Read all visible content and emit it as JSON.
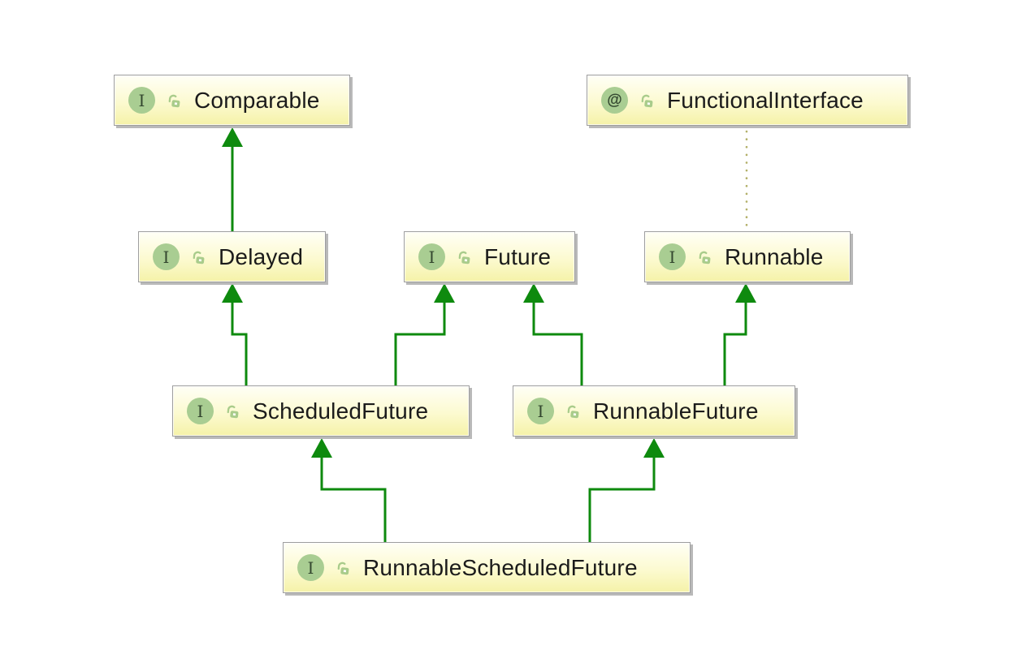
{
  "diagram": {
    "title": "Java interface hierarchy diagram",
    "colors": {
      "accent_green": "#0e8a0e",
      "dotted_edge": "#b3b069",
      "node_fill_top": "#fffff6",
      "node_fill_mid": "#fcfad0",
      "node_fill_bottom": "#f5f2a8",
      "node_border": "#9e9e9e",
      "node_shadow": "#b9b9b9",
      "icon_circle": "#a9cd92",
      "icon_glyph": "#33472f",
      "lock_color": "#a9cc8b"
    },
    "nodes": [
      {
        "id": "comparable",
        "label": "Comparable",
        "type": "interface",
        "type_glyph": "I",
        "modifier": "public"
      },
      {
        "id": "functional-interface",
        "label": "FunctionalInterface",
        "type": "annotation",
        "type_glyph": "@",
        "modifier": "public"
      },
      {
        "id": "delayed",
        "label": "Delayed",
        "type": "interface",
        "type_glyph": "I",
        "modifier": "public"
      },
      {
        "id": "future",
        "label": "Future",
        "type": "interface",
        "type_glyph": "I",
        "modifier": "public"
      },
      {
        "id": "runnable",
        "label": "Runnable",
        "type": "interface",
        "type_glyph": "I",
        "modifier": "public"
      },
      {
        "id": "scheduled-future",
        "label": "ScheduledFuture",
        "type": "interface",
        "type_glyph": "I",
        "modifier": "public"
      },
      {
        "id": "runnable-future",
        "label": "RunnableFuture",
        "type": "interface",
        "type_glyph": "I",
        "modifier": "public"
      },
      {
        "id": "runnable-scheduled-future",
        "label": "RunnableScheduledFuture",
        "type": "interface",
        "type_glyph": "I",
        "modifier": "public"
      }
    ],
    "edges": [
      {
        "from": "delayed",
        "to": "comparable",
        "relation": "extends",
        "style": "solid"
      },
      {
        "from": "scheduled-future",
        "to": "delayed",
        "relation": "extends",
        "style": "solid"
      },
      {
        "from": "scheduled-future",
        "to": "future",
        "relation": "extends",
        "style": "solid"
      },
      {
        "from": "runnable-future",
        "to": "future",
        "relation": "extends",
        "style": "solid"
      },
      {
        "from": "runnable-future",
        "to": "runnable",
        "relation": "extends",
        "style": "solid"
      },
      {
        "from": "runnable-scheduled-future",
        "to": "scheduled-future",
        "relation": "extends",
        "style": "solid"
      },
      {
        "from": "runnable-scheduled-future",
        "to": "runnable-future",
        "relation": "extends",
        "style": "solid"
      },
      {
        "from": "functional-interface",
        "to": "runnable",
        "relation": "annotated-with",
        "style": "dotted"
      }
    ]
  }
}
